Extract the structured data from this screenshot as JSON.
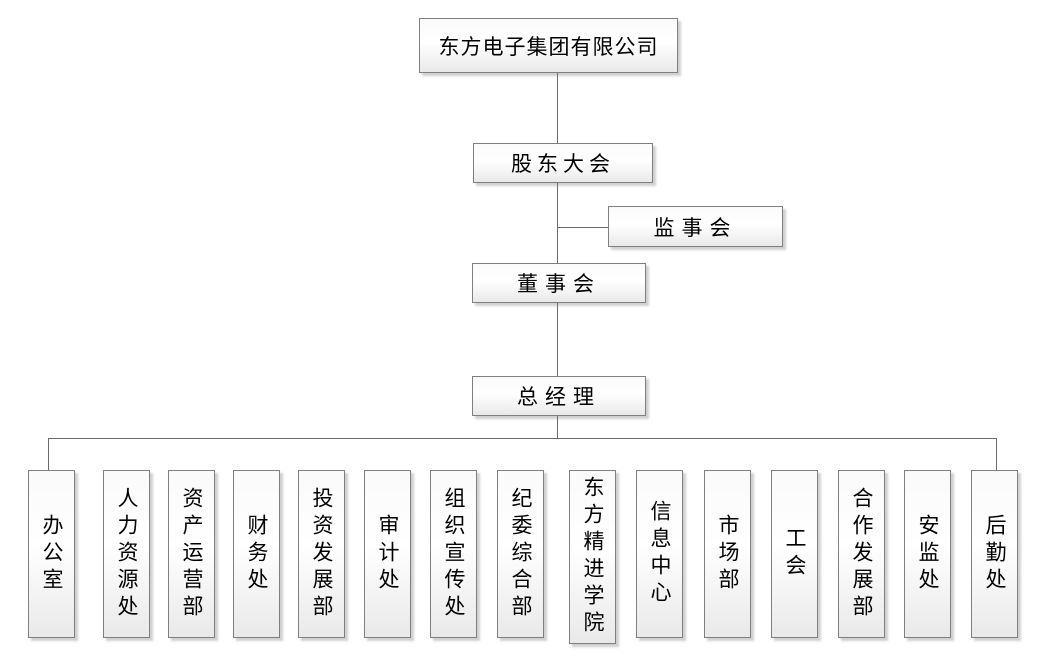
{
  "org": {
    "nodes": {
      "company": {
        "label": "东方电子集团有限公司"
      },
      "shareholders": {
        "label": "股东大会"
      },
      "supervisory": {
        "label": "监事会"
      },
      "board": {
        "label": "董事会"
      },
      "gm": {
        "label": "总经理"
      }
    },
    "departments": [
      {
        "label": "办公室"
      },
      {
        "label": "人力资源处"
      },
      {
        "label": "资产运营部"
      },
      {
        "label": "财务处"
      },
      {
        "label": "投资发展部"
      },
      {
        "label": "审计处"
      },
      {
        "label": "组织宣传处"
      },
      {
        "label": "纪委综合部"
      },
      {
        "label": "东方精进学院"
      },
      {
        "label": "信息中心"
      },
      {
        "label": "市场部"
      },
      {
        "label": "工会"
      },
      {
        "label": "合作发展部"
      },
      {
        "label": "安监处"
      },
      {
        "label": "后勤处"
      }
    ],
    "edges": [
      [
        "东方电子集团有限公司",
        "股东大会"
      ],
      [
        "股东大会",
        "监事会"
      ],
      [
        "股东大会",
        "董事会"
      ],
      [
        "董事会",
        "总经理"
      ],
      [
        "总经理",
        "办公室"
      ],
      [
        "总经理",
        "人力资源处"
      ],
      [
        "总经理",
        "资产运营部"
      ],
      [
        "总经理",
        "财务处"
      ],
      [
        "总经理",
        "投资发展部"
      ],
      [
        "总经理",
        "审计处"
      ],
      [
        "总经理",
        "组织宣传处"
      ],
      [
        "总经理",
        "纪委综合部"
      ],
      [
        "总经理",
        "东方精进学院"
      ],
      [
        "总经理",
        "信息中心"
      ],
      [
        "总经理",
        "市场部"
      ],
      [
        "总经理",
        "工会"
      ],
      [
        "总经理",
        "合作发展部"
      ],
      [
        "总经理",
        "安监处"
      ],
      [
        "总经理",
        "后勤处"
      ]
    ],
    "colors": {
      "background": "#ffffff",
      "box_border": "#7f7f7f",
      "box_fill_top": "#fafafa",
      "box_fill_bottom": "#e9e9e9",
      "connector": "#6b6b6b",
      "text": "#000000"
    }
  }
}
